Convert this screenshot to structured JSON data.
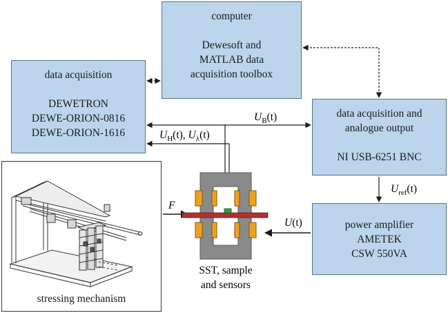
{
  "computer": {
    "title": "computer",
    "line1": "Dewesoft and",
    "line2": "MATLAB data",
    "line3": "acquisition toolbox"
  },
  "daq": {
    "title": "data acquisition",
    "line1": "DEWETRON",
    "line2": "DEWE-ORION-0816",
    "line3": "DEWE-ORION-1616"
  },
  "ni": {
    "title1": "data acquisition and",
    "title2": "analogue output",
    "line1": "NI USB-6251 BNC"
  },
  "amp": {
    "title": "power amplifier",
    "line1": "AMETEK",
    "line2": "CSW 550VA"
  },
  "mechanism": {
    "caption": "stressing mechanism"
  },
  "sst": {
    "caption1": "SST, sample",
    "caption2": "and sensors"
  },
  "signals": {
    "ub_main": "U",
    "ub_sub": "B",
    "ub_arg": "(t)",
    "uh_main": "U",
    "uh_sub": "H",
    "uh_arg": "(t), ",
    "ul_main": "U",
    "ul_sub": "λ",
    "ul_arg": "(t)",
    "uref_main": "U",
    "uref_sub": "ref",
    "uref_arg": "(t)",
    "u": "U",
    "u_arg": "(t)",
    "force": "F"
  },
  "colors": {
    "box_fill": "#bcd5ec",
    "box_border": "#5a6e82",
    "yoke": "#8a8a8a",
    "coil": "#f0a020",
    "sample": "#b23030",
    "sensor": "#2e9e3e"
  }
}
